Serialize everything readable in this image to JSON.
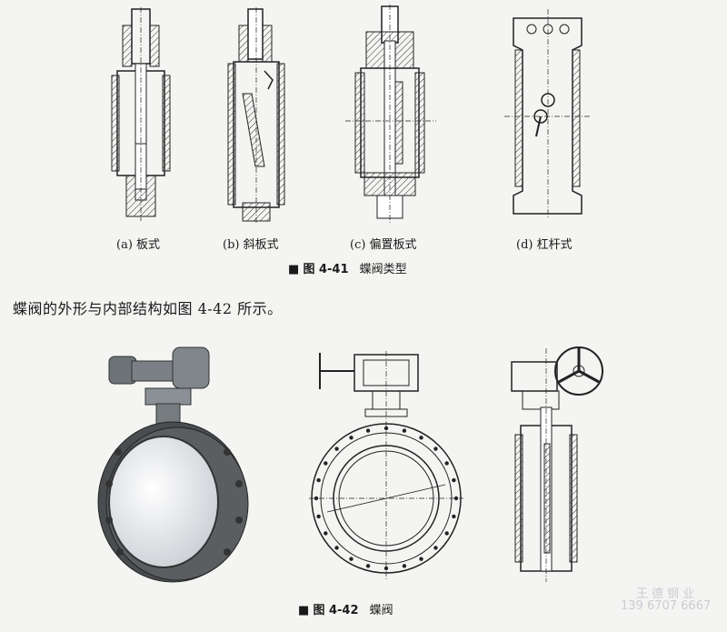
{
  "fig41": {
    "sub_a": "(a) 板式",
    "sub_b": "(b) 斜板式",
    "sub_c": "(c) 偏置板式",
    "sub_d": "(d) 杠杆式",
    "caption_num": "图 4-41",
    "caption_title": "蝶阀类型"
  },
  "paragraph": "蝶阀的外形与内部结构如图 4-42 所示。",
  "fig42": {
    "caption_num": "图 4-42",
    "caption_title": "蝶阀"
  },
  "watermark": {
    "line1": "王德钢业",
    "line2": "139 6707 6667"
  }
}
